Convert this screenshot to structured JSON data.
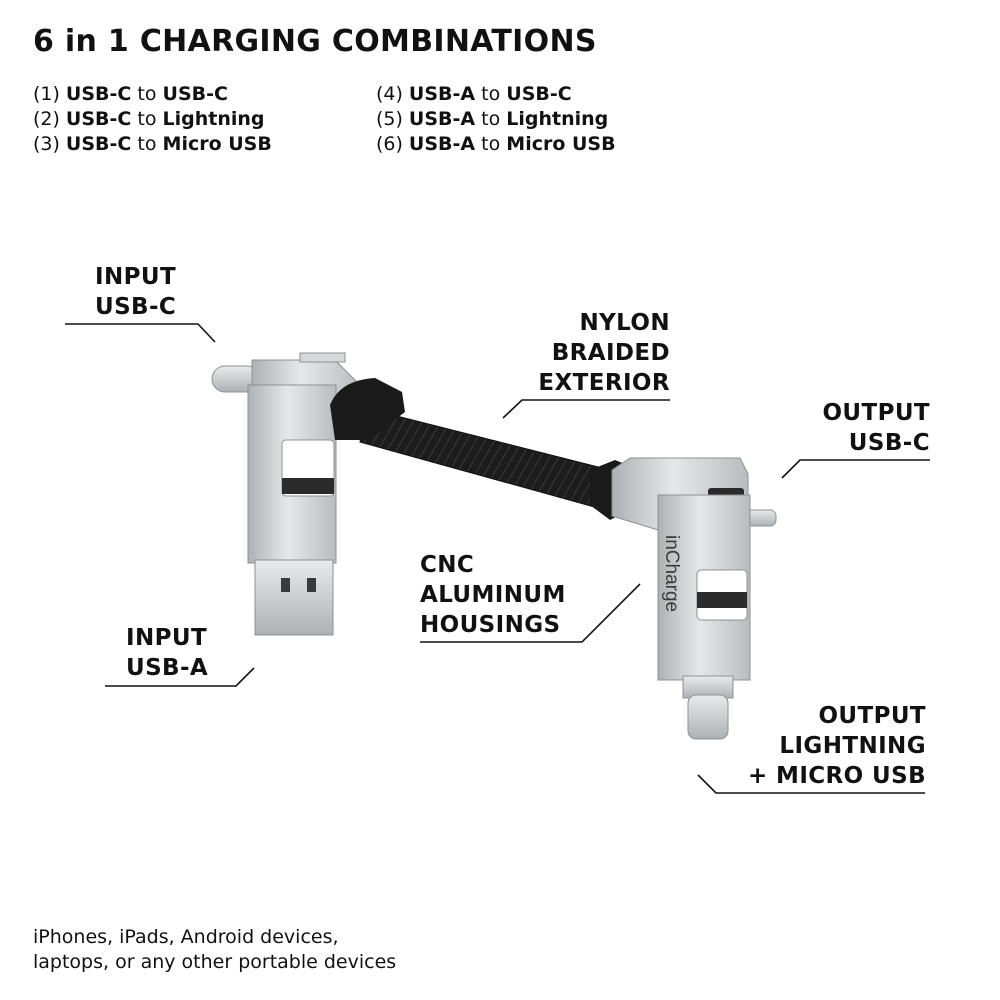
{
  "title": "6 in 1 CHARGING COMBINATIONS",
  "combinations": [
    {
      "num": "(1)",
      "from": "USB-C",
      "to_word": "to",
      "to": "USB-C"
    },
    {
      "num": "(2)",
      "from": "USB-C",
      "to_word": "to",
      "to": "Lightning"
    },
    {
      "num": "(3)",
      "from": "USB-C",
      "to_word": "to",
      "to": "Micro USB"
    },
    {
      "num": "(4)",
      "from": "USB-A",
      "to_word": "to",
      "to": "USB-C"
    },
    {
      "num": "(5)",
      "from": "USB-A",
      "to_word": "to",
      "to": "Lightning"
    },
    {
      "num": "(6)",
      "from": "USB-A",
      "to_word": "to",
      "to": "Micro USB"
    }
  ],
  "callouts": {
    "input_usb_c": [
      "INPUT",
      "USB-C"
    ],
    "nylon": [
      "NYLON",
      "BRAIDED",
      "EXTERIOR"
    ],
    "output_usb_c": [
      "OUTPUT",
      "USB-C"
    ],
    "cnc": [
      "CNC",
      "ALUMINUM",
      "HOUSINGS"
    ],
    "input_usb_a": [
      "INPUT",
      "USB-A"
    ],
    "output_lightning": [
      "OUTPUT",
      "LIGHTNING",
      "+ MICRO USB"
    ]
  },
  "brand_text": "inCharge",
  "footer": [
    "iPhones, iPads, Android devices,",
    "laptops, or any other portable devices"
  ],
  "colors": {
    "text": "#111111",
    "aluminum": "#c9cbcd",
    "cable": "#1b1b1b"
  }
}
